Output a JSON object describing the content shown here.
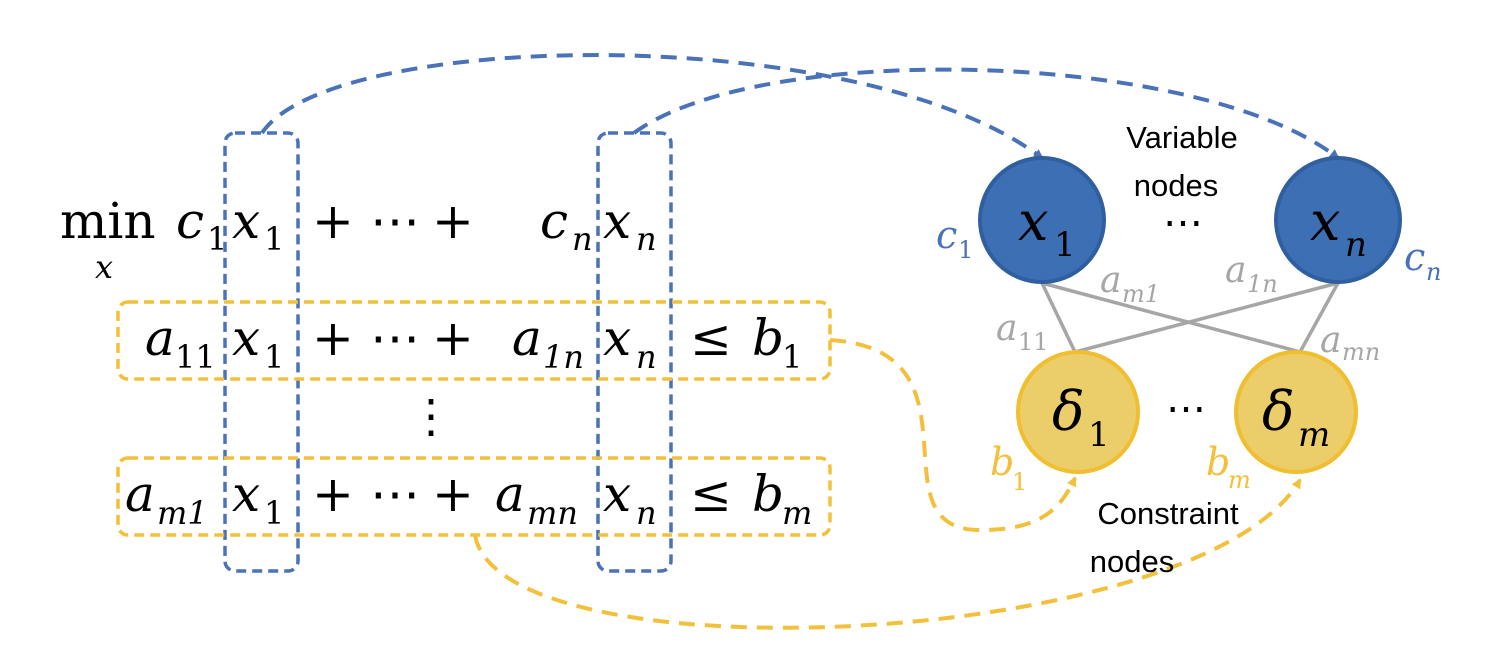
{
  "colors": {
    "blue": "#4a72b8",
    "blue_fill": "#3d6fb5",
    "blue_stroke": "#2f5f9e",
    "yellow": "#f2c03a",
    "yellow_fill": "#ebcd6a",
    "yellow_stroke": "#f0be2e",
    "gray": "#a6a6a6",
    "text": "#000000"
  },
  "equations": {
    "objective": {
      "min": "min",
      "min_sub": "x",
      "c1": "c",
      "c1_sub": "1",
      "x1": "x",
      "x1_sub": "1",
      "plus1": "+",
      "dots": "⋯",
      "plus2": "+",
      "cn": "c",
      "cn_sub": "n",
      "xn": "x",
      "xn_sub": "n"
    },
    "row1": {
      "a": "a",
      "a_sub": "11",
      "x1": "x",
      "x1_sub": "1",
      "plus1": "+",
      "dots": "⋯",
      "plus2": "+",
      "an": "a",
      "an_sub": "1n",
      "xn": "x",
      "xn_sub": "n",
      "leq": "≤",
      "b": "b",
      "b_sub": "1"
    },
    "vdots": "⋮",
    "rowm": {
      "a": "a",
      "a_sub": "m1",
      "x1": "x",
      "x1_sub": "1",
      "plus1": "+",
      "dots": "⋯",
      "plus2": "+",
      "an": "a",
      "an_sub": "mn",
      "xn": "x",
      "xn_sub": "n",
      "leq": "≤",
      "b": "b",
      "b_sub": "m"
    }
  },
  "graph": {
    "variable_label_line1": "Variable",
    "variable_label_line2": "nodes",
    "constraint_label_line1": "Constraint",
    "constraint_label_line2": "nodes",
    "var_dots": "⋯",
    "con_dots": "⋯",
    "x1": {
      "sym": "x",
      "sub": "1"
    },
    "xn": {
      "sym": "x",
      "sub": "n"
    },
    "d1": {
      "sym": "δ",
      "sub": "1"
    },
    "dm": {
      "sym": "δ",
      "sub": "m"
    },
    "c1": {
      "sym": "c",
      "sub": "1"
    },
    "cn": {
      "sym": "c",
      "sub": "n"
    },
    "b1": {
      "sym": "b",
      "sub": "1"
    },
    "bm": {
      "sym": "b",
      "sub": "m"
    },
    "edge_a11": {
      "sym": "a",
      "sub": "11"
    },
    "edge_am1": {
      "sym": "a",
      "sub": "m1"
    },
    "edge_a1n": {
      "sym": "a",
      "sub": "1n"
    },
    "edge_amn": {
      "sym": "a",
      "sub": "mn"
    }
  }
}
